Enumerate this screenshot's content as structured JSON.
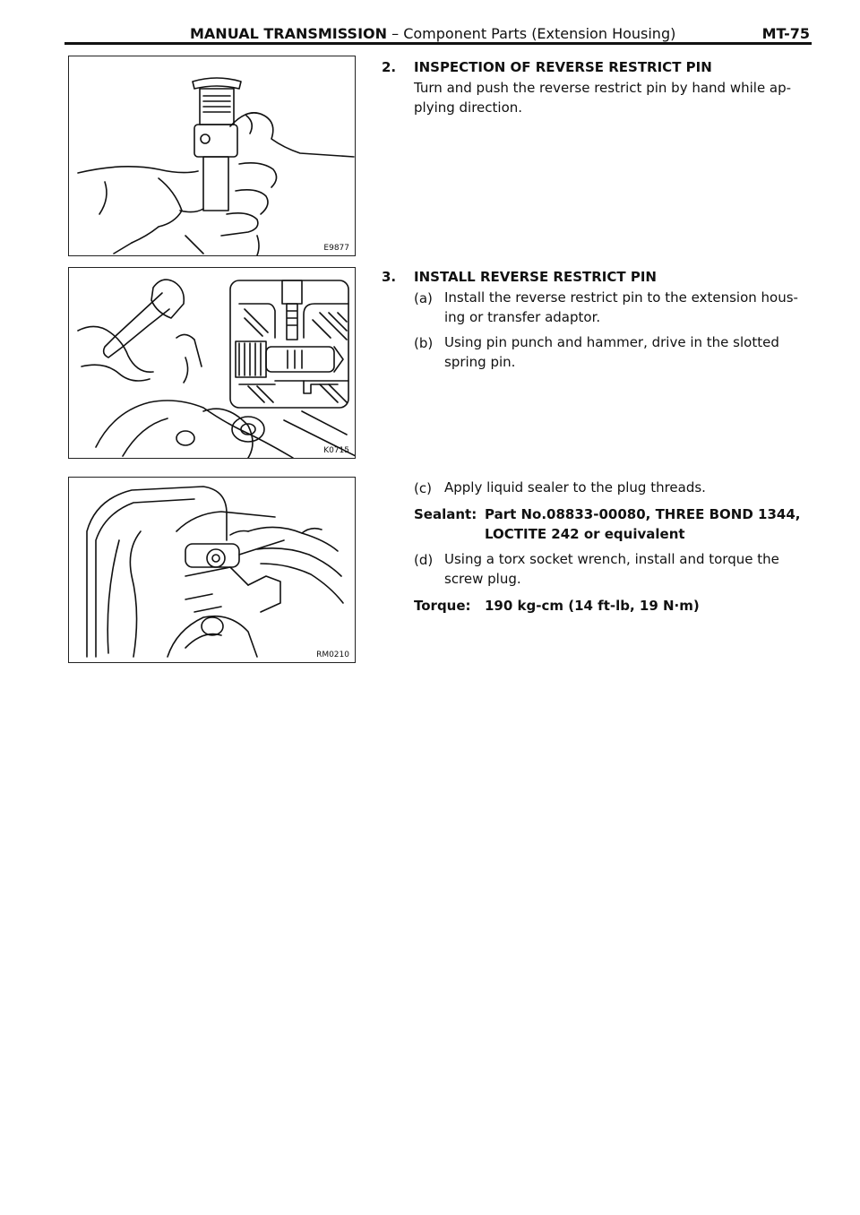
{
  "header": {
    "section_bold": "MANUAL TRANSMISSION",
    "section_rest": " – Component Parts (Extension Housing)",
    "page_number": "MT-75"
  },
  "figures": [
    {
      "code": "E9877"
    },
    {
      "code": "K0715"
    },
    {
      "code": "RM0210"
    }
  ],
  "steps": {
    "s2": {
      "number": "2.",
      "title": "INSPECTION OF REVERSE RESTRICT PIN",
      "body_line1": "Turn and push the reverse restrict pin by hand while ap-",
      "body_line2": "plying direction."
    },
    "s3": {
      "number": "3.",
      "title": "INSTALL REVERSE RESTRICT PIN",
      "a_label": "(a)",
      "a_line1": "Install the reverse restrict pin to the extension hous-",
      "a_line2": "ing or transfer adaptor.",
      "b_label": "(b)",
      "b_line1": "Using pin punch and hammer, drive in the slotted",
      "b_line2": "spring pin.",
      "c_label": "(c)",
      "c_line1": "Apply liquid sealer to the plug threads.",
      "sealant_label": "Sealant:",
      "sealant_line1": "Part No.08833-00080, THREE BOND 1344,",
      "sealant_line2": "LOCTITE 242 or equivalent",
      "d_label": "(d)",
      "d_line1": "Using a torx socket wrench, install and torque the",
      "d_line2": "screw plug.",
      "torque_label": "Torque:",
      "torque_value": "190 kg-cm (14 ft-lb, 19 N·m)"
    }
  }
}
